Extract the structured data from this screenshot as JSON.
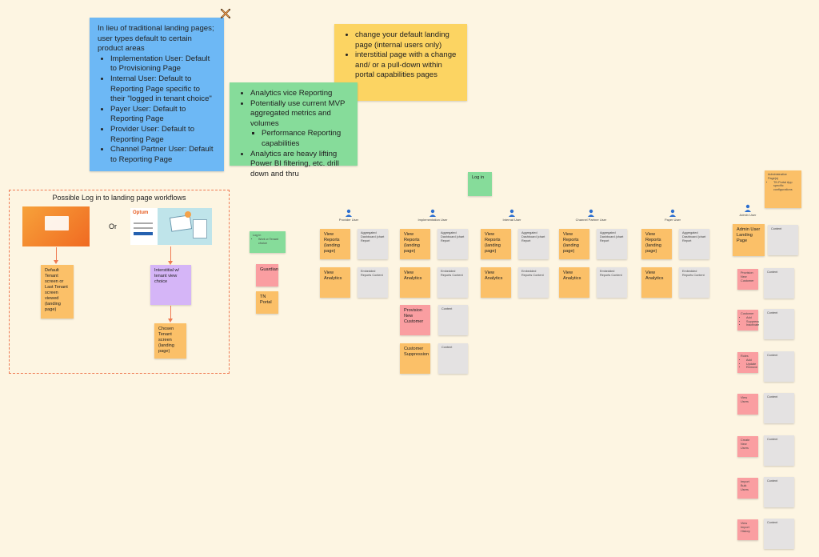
{
  "notes": {
    "landing_intro": "In lieu of traditional landing pages; user types default to certain product areas",
    "landing_items": [
      "Implementation User: Default to Provisioning Page",
      "Internal User:  Default to Reporting Page specific to their \"logged in tenant choice\"",
      "Payer User: Default to Reporting Page",
      "Provider User: Default to Reporting Page",
      "Channel Partner User: Default to Reporting Page"
    ],
    "analytics_items": [
      "Analytics vice Reporting",
      "Potentially use current MVP aggregated metrics and volumes",
      "Analytics are heavy lifting Power BI filtering, etc. drill down and thru"
    ],
    "analytics_sub": "Performance Reporting capabilities",
    "default_items": [
      "change your default landing page (internal users only)",
      "interstitial page with a change and/ or a pull-down within portal capabilities pages"
    ]
  },
  "workflow": {
    "title": "Possible Log in to landing page workflows",
    "or_label": "Or",
    "optum_label": "Optum",
    "default_sticky": "Default Tenant screen or Last Tenant screen viewed (landing page)",
    "interstitial_sticky": "Interstitial  w/ tenant view choice",
    "chosen_sticky": "Chosen Tenant screen (landing page)"
  },
  "login": {
    "label": "Log in",
    "work_as": "Log in",
    "work_as_item": "Work w Tenant choice",
    "guardian": "Guardian",
    "tn_portal": "TN Portal"
  },
  "columns": [
    {
      "user": "Provider User",
      "reports": "View Reports (landing page)",
      "reports_desc": "Aggregated Dashboard (chart Report",
      "analytics": "View Analytics",
      "analytics_desc": "Embedded Reports Content"
    },
    {
      "user": "Implementation User",
      "reports": "View Reports (landing page)",
      "reports_desc": "Aggregated Dashboard (chart Report",
      "analytics": "View Analytics",
      "analytics_desc": "Embedded Reports Content"
    },
    {
      "user": "Internal User",
      "reports": "View Reports (landing page)",
      "reports_desc": "Aggregated Dashboard (chart Report",
      "analytics": "View Analytics",
      "analytics_desc": "Embedded Reports Content"
    },
    {
      "user": "Channel Partner User",
      "reports": "View Reports (landing page)",
      "reports_desc": "Aggregated Dashboard (chart Report",
      "analytics": "View Analytics",
      "analytics_desc": "Embedded Reports Content"
    },
    {
      "user": "Payer User",
      "reports": "View Reports (landing page)",
      "reports_desc": "Aggregated Dashboard (chart Report",
      "analytics": "View Analytics",
      "analytics_desc": "Embedded Reports Content"
    }
  ],
  "implementation_extra": {
    "provision": "Provision New Customer",
    "provision_desc": "Content",
    "suppression": "Customer Suppression",
    "suppression_desc": "Content"
  },
  "admin": {
    "note_title": "Administrative Page(s)",
    "note_item": "TN Portal App specific configurations",
    "user": "Admin User",
    "landing": "Admin User Landing Page",
    "content": "Content",
    "items": [
      {
        "label": "Provision New Customer",
        "bullets": []
      },
      {
        "label": "Customer",
        "bullets": [
          "Add",
          "Suppress",
          "Inactivate"
        ]
      },
      {
        "label": "Roles",
        "bullets": [
          "Add",
          "Update",
          "Remove"
        ]
      },
      {
        "label": "View Users",
        "bullets": []
      },
      {
        "label": "Create New Users",
        "bullets": []
      },
      {
        "label": "Import Bulk Users",
        "bullets": []
      },
      {
        "label": "View Import History",
        "bullets": []
      }
    ]
  },
  "colors": {
    "background": "#fdf5e2",
    "blue": "#6db8f5",
    "yellow": "#fcd462",
    "green": "#86dc9a",
    "orange": "#fbc068",
    "pink": "#fa9ea1",
    "gray": "#e4e2e2",
    "purple": "#d5b5f7",
    "frame": "#ef7a52"
  }
}
